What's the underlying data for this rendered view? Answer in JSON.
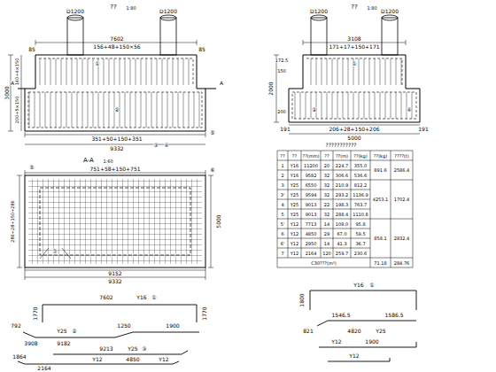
{
  "diagram": {
    "labels": [
      "??",
      "1:80",
      "D1200",
      "D1200",
      "7602",
      "156+48+150×56",
      "85",
      "85",
      "3000",
      "140+4×150",
      "200+5×150",
      "351+50+150+351",
      "9332",
      "①",
      "②",
      "③",
      "④",
      "⑤",
      "A",
      "A",
      "??",
      "1:80",
      "D1200",
      "D1200",
      "3108",
      "171+17+150+171",
      "172.5",
      "150",
      "2000",
      "200",
      "206+28+150+206",
      "5000",
      "191",
      "191",
      "①",
      "②",
      "④",
      "A-A",
      "1:60",
      "751+58+150+751",
      "9152",
      "9332",
      "5000",
      "286+28+150+286",
      "⑤",
      "⑥",
      "⑦",
      "???????????",
      "??",
      "??",
      "??(mm)",
      "??",
      "??(m)",
      "??(kg)",
      "??(kg)",
      "????(t)",
      "1",
      "Y16",
      "11200",
      "20",
      "224.7",
      "355.0",
      "2",
      "Y16",
      "9582",
      "32",
      "306.6",
      "536.6",
      "3",
      "Y25",
      "6550",
      "32",
      "210.9",
      "812.2",
      "3'",
      "Y25",
      "9594",
      "32",
      "293.2",
      "1136.9",
      "4",
      "Y25",
      "9013",
      "22",
      "198.3",
      "763.7",
      "5",
      "Y25",
      "9013",
      "32",
      "288.4",
      "1110.8",
      "5'",
      "Y12",
      "7713",
      "14",
      "108.0",
      "95.8",
      "6",
      "Y12",
      "4850",
      "29",
      "67.0",
      "59.5",
      "6'",
      "Y12",
      "2950",
      "14",
      "41.3",
      "36.7",
      "7",
      "Y12",
      "2164",
      "120",
      "259.7",
      "230.6",
      "891.6",
      "2586.4",
      "4253.1",
      "1702.4",
      "858.1",
      "2832.4",
      "C30???(m³)",
      "71.18",
      "284.76",
      "7602",
      "Y16",
      "①",
      "1770",
      "1770",
      "792",
      "3908",
      "Y25",
      "②",
      "1250",
      "9182",
      "1900",
      "9213",
      "Y25",
      "③",
      "1864",
      "2164",
      "Y12",
      "4850",
      "Y12",
      "Y16",
      "①",
      "1800",
      "1546.5",
      "1586.5",
      "821",
      "4820",
      "Y25",
      "1900",
      "Y12",
      "Y12"
    ]
  }
}
